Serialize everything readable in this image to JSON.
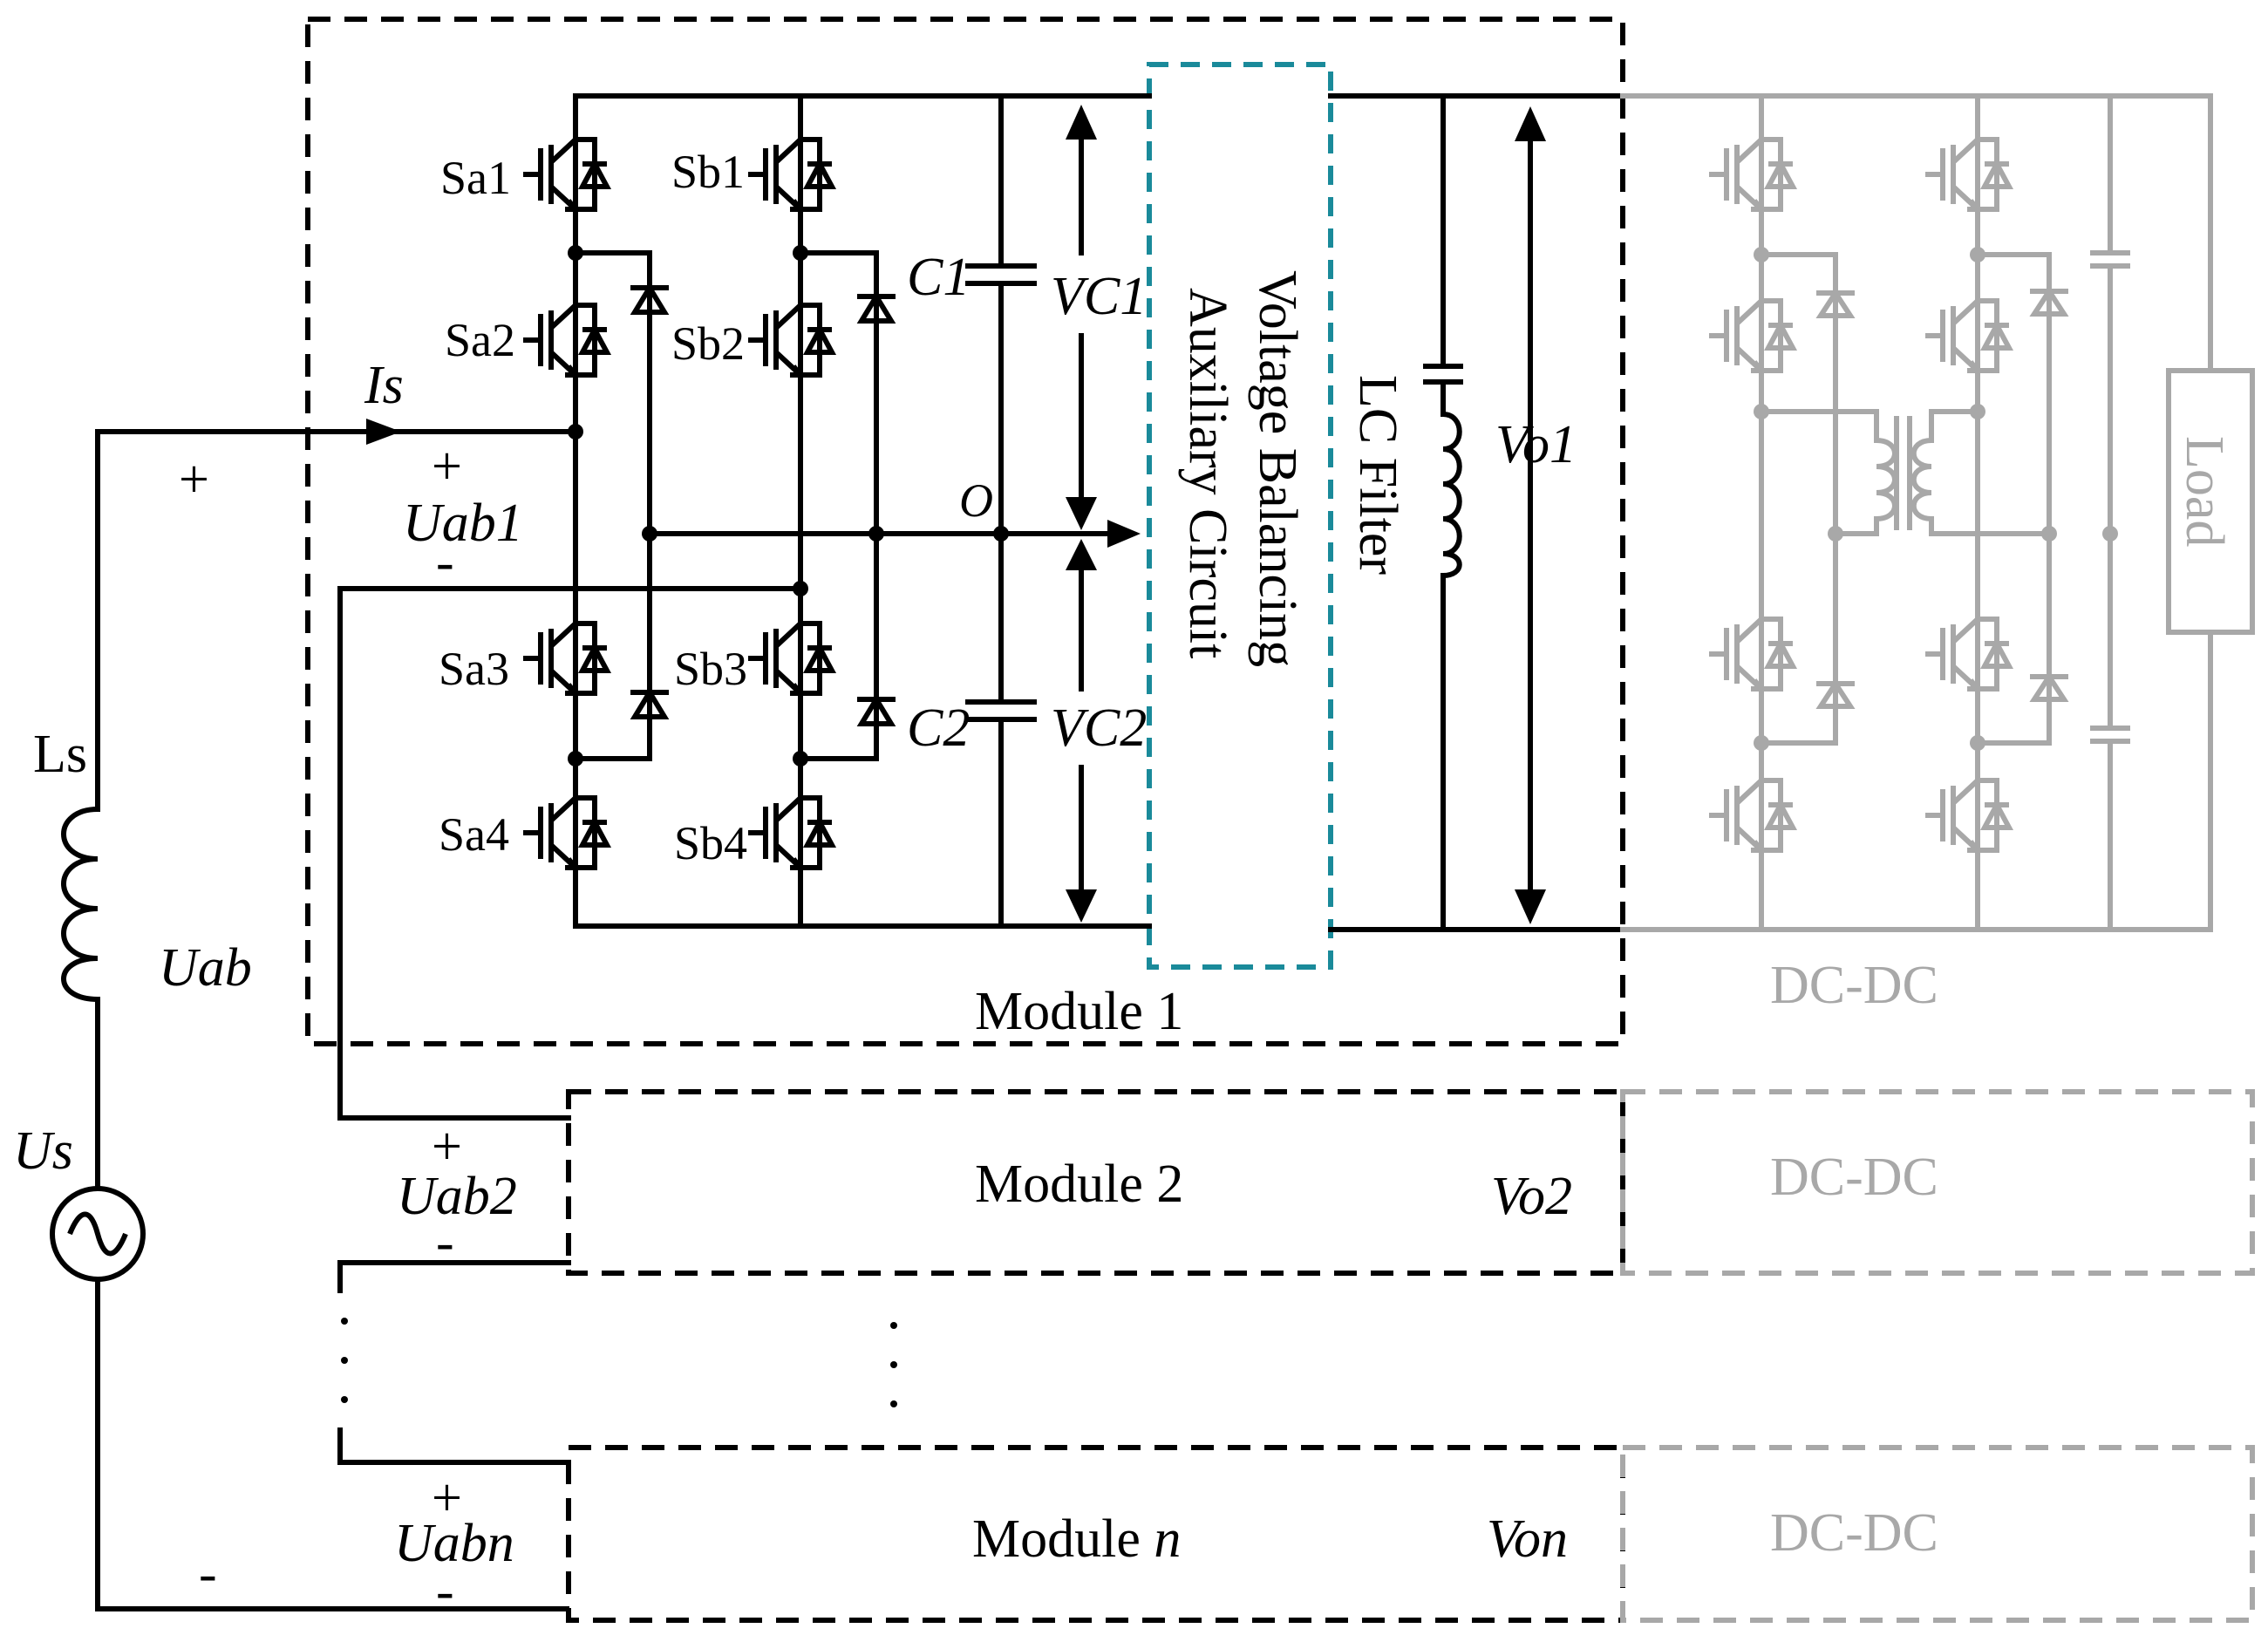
{
  "labels": {
    "switches": {
      "sa1": "Sa1",
      "sa2": "Sa2",
      "sa3": "Sa3",
      "sa4": "Sa4",
      "sb1": "Sb1",
      "sb2": "Sb2",
      "sb3": "Sb3",
      "sb4": "Sb4"
    },
    "capacitors": {
      "c1": "C1",
      "c2": "C2"
    },
    "voltages": {
      "vc1": "VC1",
      "vc2": "VC2",
      "vo1": "Vo1",
      "vo2": "Vo2",
      "von": "Von",
      "uab1": "Uab1",
      "uab2": "Uab2",
      "uabn": "Uabn",
      "uab": "Uab",
      "us": "Us"
    },
    "current": {
      "is": "Is"
    },
    "inductor": {
      "ls": "Ls"
    },
    "node_o": "O",
    "plus": "+",
    "minus": "-"
  },
  "blocks": {
    "balancing_line1": "Voltage Balancing",
    "balancing_line2": "Auxiliary Circuit",
    "lc_filter": "LC Filter",
    "load": "Load",
    "dcdc": "DC-DC"
  },
  "modules": {
    "m1": "Module 1",
    "m2": "Module 2",
    "mn_prefix": "Module ",
    "mn_var": "n"
  },
  "colors": {
    "wire": "#000000",
    "grey": "#a8a8a8",
    "teal": "#1a8a9a"
  }
}
